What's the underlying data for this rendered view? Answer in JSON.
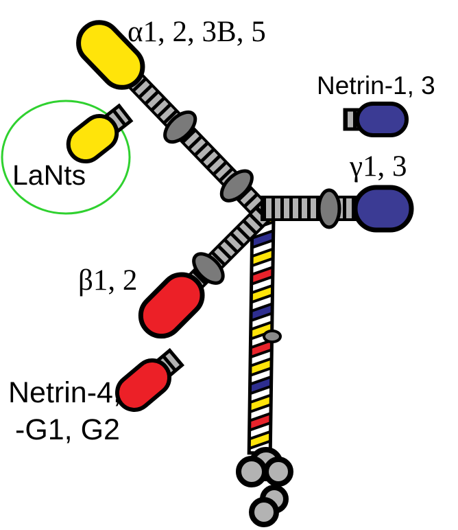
{
  "figure": {
    "labels": {
      "alpha_chains": "α1, 2, 3B, 5",
      "netrin_1_3": "Netrin-1, 3",
      "gamma_chains": "γ1, 3",
      "lants": "LaNts",
      "beta_chains": "β1, 2",
      "netrin_4_line1": "Netrin-4,",
      "netrin_4_line2": "-G1, G2"
    }
  },
  "colors": {
    "alpha_chain": "#FFE40A",
    "beta_chain": "#EC2027",
    "gamma_chain": "#3B3B94",
    "rod_gray": "#B3B3B3",
    "domain_gray": "#7A7A7A",
    "globule_gray": "#B3B3B3",
    "stem_small_domain_gray": "#8A8A8A",
    "lants_green": "#2FD12F",
    "stripe_red": "#E8232B",
    "stripe_yellow": "#FFE40A",
    "stripe_blue": "#2E2E8F",
    "outline_black": "#000000",
    "background": "#FFFFFF"
  }
}
